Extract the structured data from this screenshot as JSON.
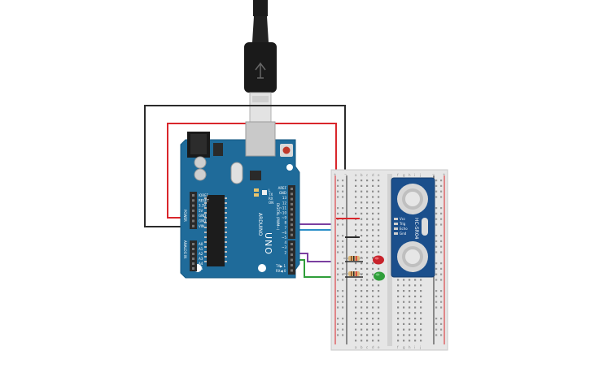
{
  "arduino": {
    "model": "UNO",
    "brand": "ARDUINO",
    "digital_label": "DIGITAL (PWM~)",
    "power_label": "POWER",
    "analog_label": "ANALOG IN",
    "tx_label": "TX▶ 1",
    "rx_label": "RX◀ 0",
    "header_pins_top": [
      "AREF",
      "GND",
      "13",
      "12",
      "~11",
      "~10",
      "~9",
      "8",
      "7",
      "~6",
      "~5",
      "4",
      "~3",
      "2"
    ],
    "power_pins": [
      "IOREF",
      "RESET",
      "3.3V",
      "5V",
      "GND",
      "GND",
      "VIN"
    ],
    "analog_pins": [
      "A0",
      "A1",
      "A2",
      "A3",
      "A4",
      "A5"
    ],
    "led_labels": [
      "L",
      "TX",
      "RX",
      "ON"
    ]
  },
  "sensor": {
    "model": "HC-SR04",
    "pins": [
      "Vcc",
      "Trig",
      "Echo",
      "Gnd"
    ]
  },
  "breadboard": {
    "columns_left": [
      "a",
      "b",
      "c",
      "d",
      "e"
    ],
    "columns_right": [
      "f",
      "g",
      "h",
      "i",
      "j"
    ],
    "plus": "+",
    "minus": "−"
  },
  "colors": {
    "board": "#1f6b9a",
    "wire_red": "#d9262b",
    "wire_black": "#2b2b2b",
    "wire_purple": "#7b3fa0",
    "wire_blue": "#2b90c8",
    "wire_green": "#2f9e3a",
    "led_red": "#c8232c",
    "led_green": "#2f9e3a",
    "sensor_board": "#1b4f8c"
  }
}
